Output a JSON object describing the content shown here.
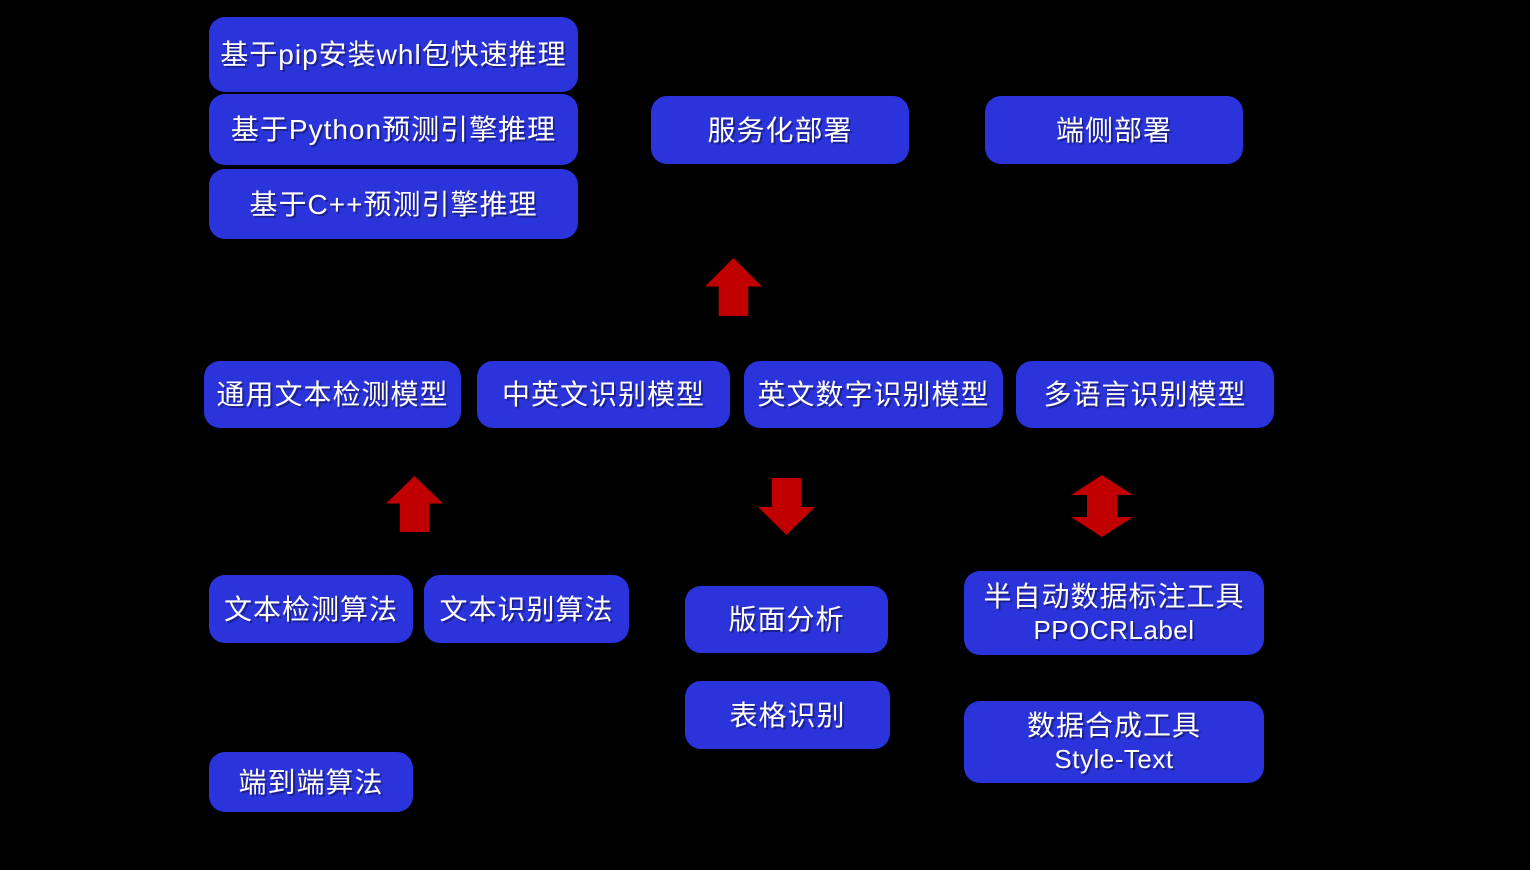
{
  "colors": {
    "background": "#000000",
    "node_fill": "#2B33DB",
    "node_text": "#FFFFFF",
    "arrow_fill": "#C00000"
  },
  "nodes": {
    "pip_whl_inference": {
      "label": "基于pip安装whl包快速推理"
    },
    "python_engine_inference": {
      "label": "基于Python预测引擎推理"
    },
    "cpp_engine_inference": {
      "label": "基于C++预测引擎推理"
    },
    "serving_deployment": {
      "label": "服务化部署"
    },
    "edge_deployment": {
      "label": "端侧部署"
    },
    "general_text_detection_model": {
      "label": "通用文本检测模型"
    },
    "zh_en_recognition_model": {
      "label": "中英文识别模型"
    },
    "en_digit_recognition_model": {
      "label": "英文数字识别模型"
    },
    "multilingual_recognition_model": {
      "label": "多语言识别模型"
    },
    "text_detection_algorithms": {
      "label": "文本检测算法"
    },
    "text_recognition_algorithms": {
      "label": "文本识别算法"
    },
    "layout_analysis": {
      "label": "版面分析"
    },
    "table_recognition": {
      "label": "表格识别"
    },
    "semi_auto_labeling_tool": {
      "label": "半自动数据标注工具",
      "sublabel": "PPOCRLabel"
    },
    "data_synthesis_tool": {
      "label": "数据合成工具",
      "sublabel": "Style-Text"
    },
    "end_to_end_algorithms": {
      "label": "端到端算法"
    }
  },
  "arrows": [
    {
      "direction": "up"
    },
    {
      "direction": "up"
    },
    {
      "direction": "down"
    },
    {
      "direction": "up-down"
    }
  ]
}
